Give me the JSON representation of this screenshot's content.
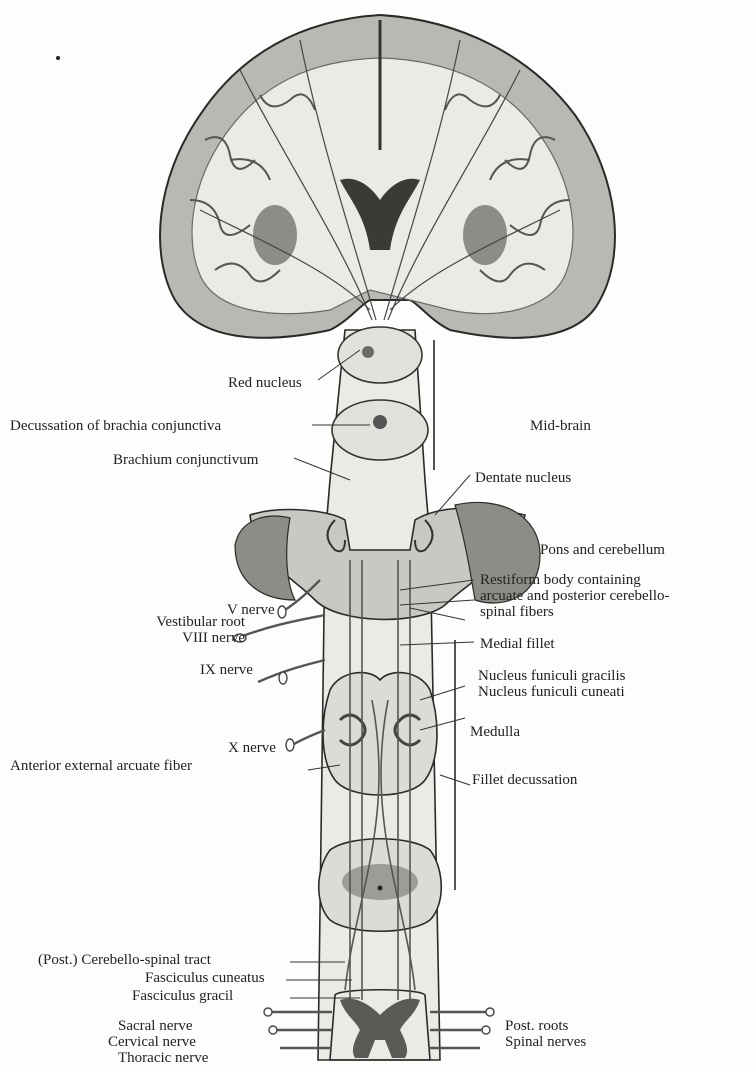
{
  "labels": {
    "red_nucleus": "Red nucleus",
    "decussation": "Decussation of brachia conjunctiva",
    "brachium": "Brachium conjunctivum",
    "mid_brain": "Mid-brain",
    "dentate": "Dentate nucleus",
    "pons": "Pons and cerebellum",
    "v_nerve": "V nerve",
    "vestibular_1": "Vestibular root",
    "vestibular_2": "VIII nerve",
    "restiform_1": "Restiform body containing",
    "restiform_2": "arcuate and posterior cerebello-",
    "restiform_3": "spinal fibers",
    "medial_fillet": "Medial fillet",
    "ix_nerve": "IX nerve",
    "gracilis": "Nucleus funiculi gracilis",
    "cuneati": "Nucleus funiculi cuneati",
    "medulla": "Medulla",
    "x_nerve": "X nerve",
    "anterior": "Anterior external arcuate fiber",
    "fillet_dec": "Fillet decussation",
    "post_cerebello": "(Post.) Cerebello-spinal tract",
    "fasc_cuneatus": "Fasciculus cuneatus",
    "fasc_gracil": "Fasciculus gracil",
    "sacral": "Sacral nerve",
    "cervical": "Cervical nerve",
    "thoracic": "Thoracic nerve",
    "post_roots": "Post. roots",
    "spinal_nerves": "Spinal nerves"
  },
  "colors": {
    "ink": "#2a2a2a",
    "cortex": "#b9b9b4",
    "white_matter": "#ebebe6",
    "gray_tissue": "#8d8d88",
    "dark_nucleus": "#4a4a46",
    "paper": "#fdfdfb"
  }
}
